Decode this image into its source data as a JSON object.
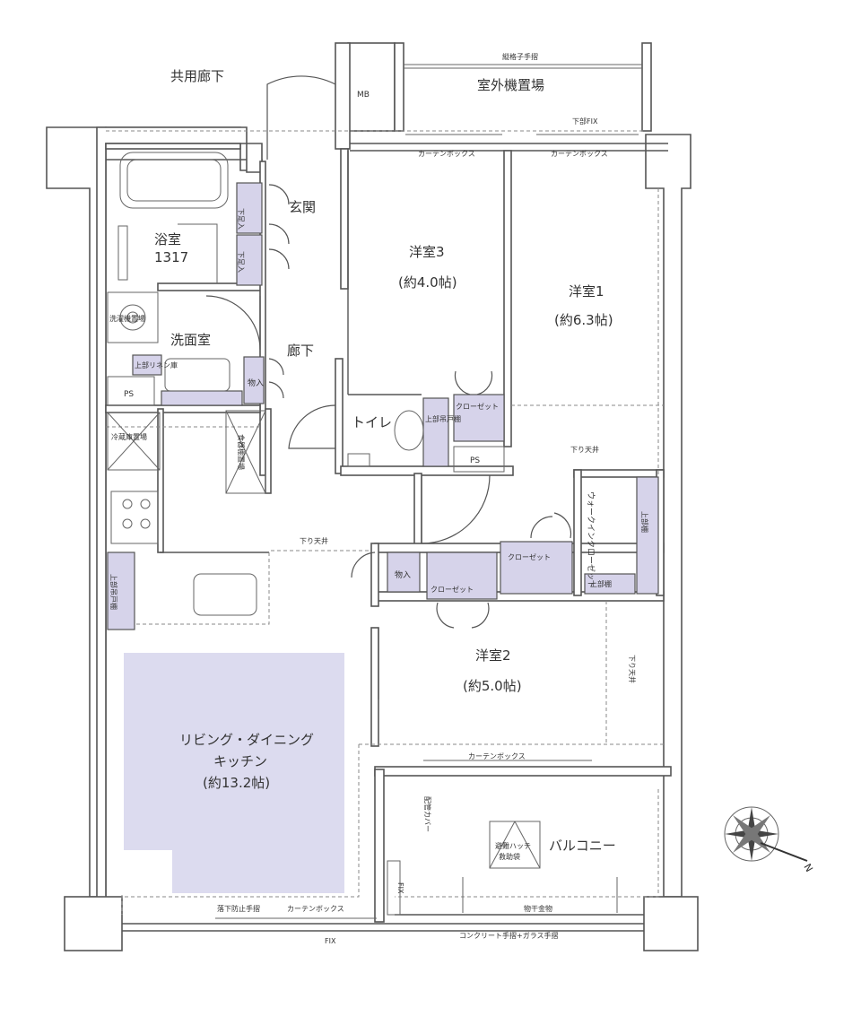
{
  "labels": {
    "common_corridor": "共用廊下",
    "mb": "MB",
    "ac_unit_area": "室外機置場",
    "vertical_railing": "縦格子手摺",
    "lower_fix": "下部FIX",
    "curtain_box": "カーテンボックス",
    "bathroom": "浴室",
    "bathroom_size": "1317",
    "entrance": "玄関",
    "shoe_cabinet": "下足入",
    "washer_area": "洗濯機置場",
    "washroom": "洗面室",
    "upper_linen": "上部リネン庫",
    "ps": "PS",
    "storage": "物入",
    "corridor": "廊下",
    "toilet": "トイレ",
    "upper_cabinet": "上部吊戸棚",
    "closet": "クローゼット",
    "western3": "洋室3",
    "western3_size": "(約4.0帖)",
    "western1": "洋室1",
    "western1_size": "(約6.3帖)",
    "western2": "洋室2",
    "western2_size": "(約5.0帖)",
    "lowered_ceiling": "下り天井",
    "fridge_area": "冷蔵庫置場",
    "food_storage": "食器棚置場",
    "walkin_closet": "ウォークインクローゼット",
    "upper_shelf": "上部棚",
    "ldk_line1": "リビング・ダイニング",
    "ldk_line2": "キッチン",
    "ldk_size": "(約13.2帖)",
    "pipe_cover": "配管カバー",
    "evac_hatch": "避難ハッチ",
    "evac_ladder": "救助袋",
    "balcony": "バルコニー",
    "drying_hardware": "物干金物",
    "concrete_railing": "コンクリート手摺+ガラス手摺",
    "fall_railing": "落下防止手摺",
    "fix": "FIX",
    "north": "N"
  }
}
